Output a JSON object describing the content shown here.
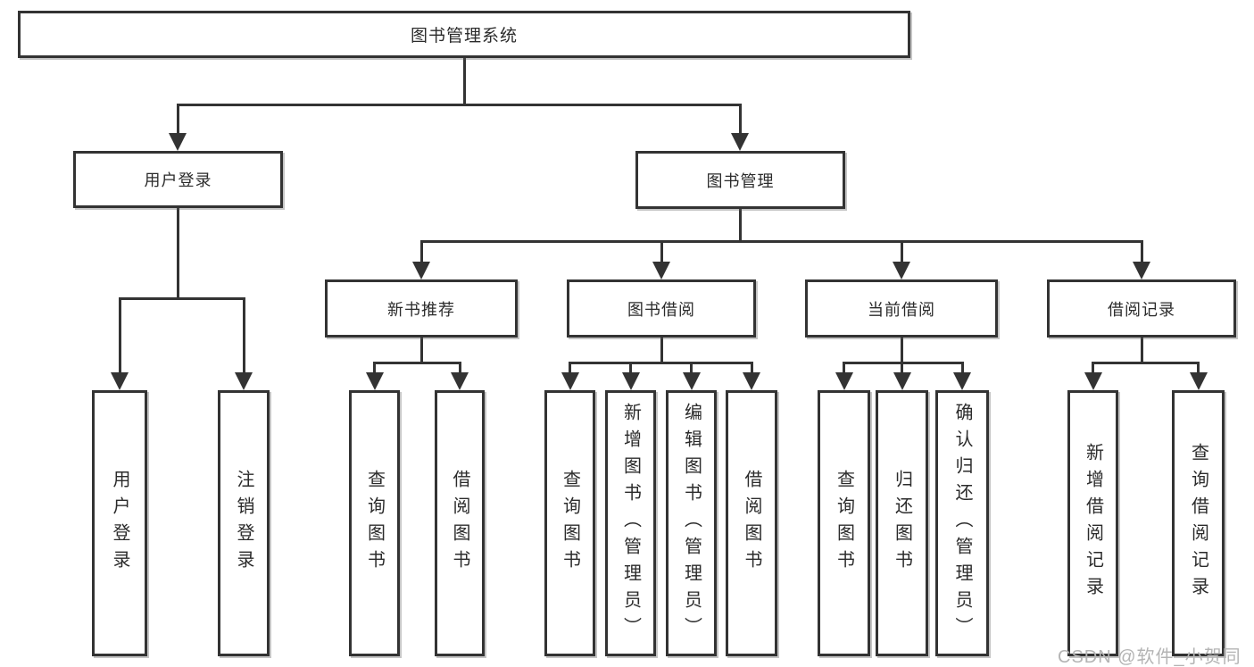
{
  "diagram": {
    "type": "tree",
    "title": "图书管理系统",
    "colors": {
      "background": "#ffffff",
      "line": "#333333",
      "box_border": "#333333",
      "box_background": "#ffffff",
      "text": "#2b2b2b",
      "watermark": "#b4b4b4"
    },
    "nodes": {
      "root": {
        "label": "图书管理系统"
      },
      "user_login": {
        "label": "用户登录"
      },
      "book_mgmt": {
        "label": "图书管理"
      },
      "user_login_leaf": {
        "label": "用户登录"
      },
      "logout_leaf": {
        "label": "注销登录"
      },
      "new_books": {
        "label": "新书推荐"
      },
      "book_borrow": {
        "label": "图书借阅"
      },
      "current_borrow": {
        "label": "当前借阅"
      },
      "borrow_records": {
        "label": "借阅记录"
      },
      "nb_query_books": {
        "label": "查询图书"
      },
      "nb_borrow_books": {
        "label": "借阅图书"
      },
      "bb_query_books": {
        "label": "查询图书"
      },
      "bb_add_book": {
        "label": "新增图书（管理员）"
      },
      "bb_edit_book": {
        "label": "编辑图书（管理员）"
      },
      "bb_borrow_books": {
        "label": "借阅图书"
      },
      "cb_query_books": {
        "label": "查询图书"
      },
      "cb_return_book": {
        "label": "归还图书"
      },
      "cb_confirm_return": {
        "label": "确认归还（管理员）"
      },
      "br_add_record": {
        "label": "新增借阅记录"
      },
      "br_query_record": {
        "label": "查询借阅记录"
      }
    },
    "edges": [
      [
        "图书管理系统",
        "用户登录"
      ],
      [
        "图书管理系统",
        "图书管理"
      ],
      [
        "用户登录",
        "用户登录"
      ],
      [
        "用户登录",
        "注销登录"
      ],
      [
        "图书管理",
        "新书推荐"
      ],
      [
        "图书管理",
        "图书借阅"
      ],
      [
        "图书管理",
        "当前借阅"
      ],
      [
        "图书管理",
        "借阅记录"
      ],
      [
        "新书推荐",
        "查询图书"
      ],
      [
        "新书推荐",
        "借阅图书"
      ],
      [
        "图书借阅",
        "查询图书"
      ],
      [
        "图书借阅",
        "新增图书（管理员）"
      ],
      [
        "图书借阅",
        "编辑图书（管理员）"
      ],
      [
        "图书借阅",
        "借阅图书"
      ],
      [
        "当前借阅",
        "查询图书"
      ],
      [
        "当前借阅",
        "归还图书"
      ],
      [
        "当前借阅",
        "确认归还（管理员）"
      ],
      [
        "借阅记录",
        "新增借阅记录"
      ],
      [
        "借阅记录",
        "查询借阅记录"
      ]
    ],
    "watermark": "CSDN @软件_小贺同学"
  }
}
